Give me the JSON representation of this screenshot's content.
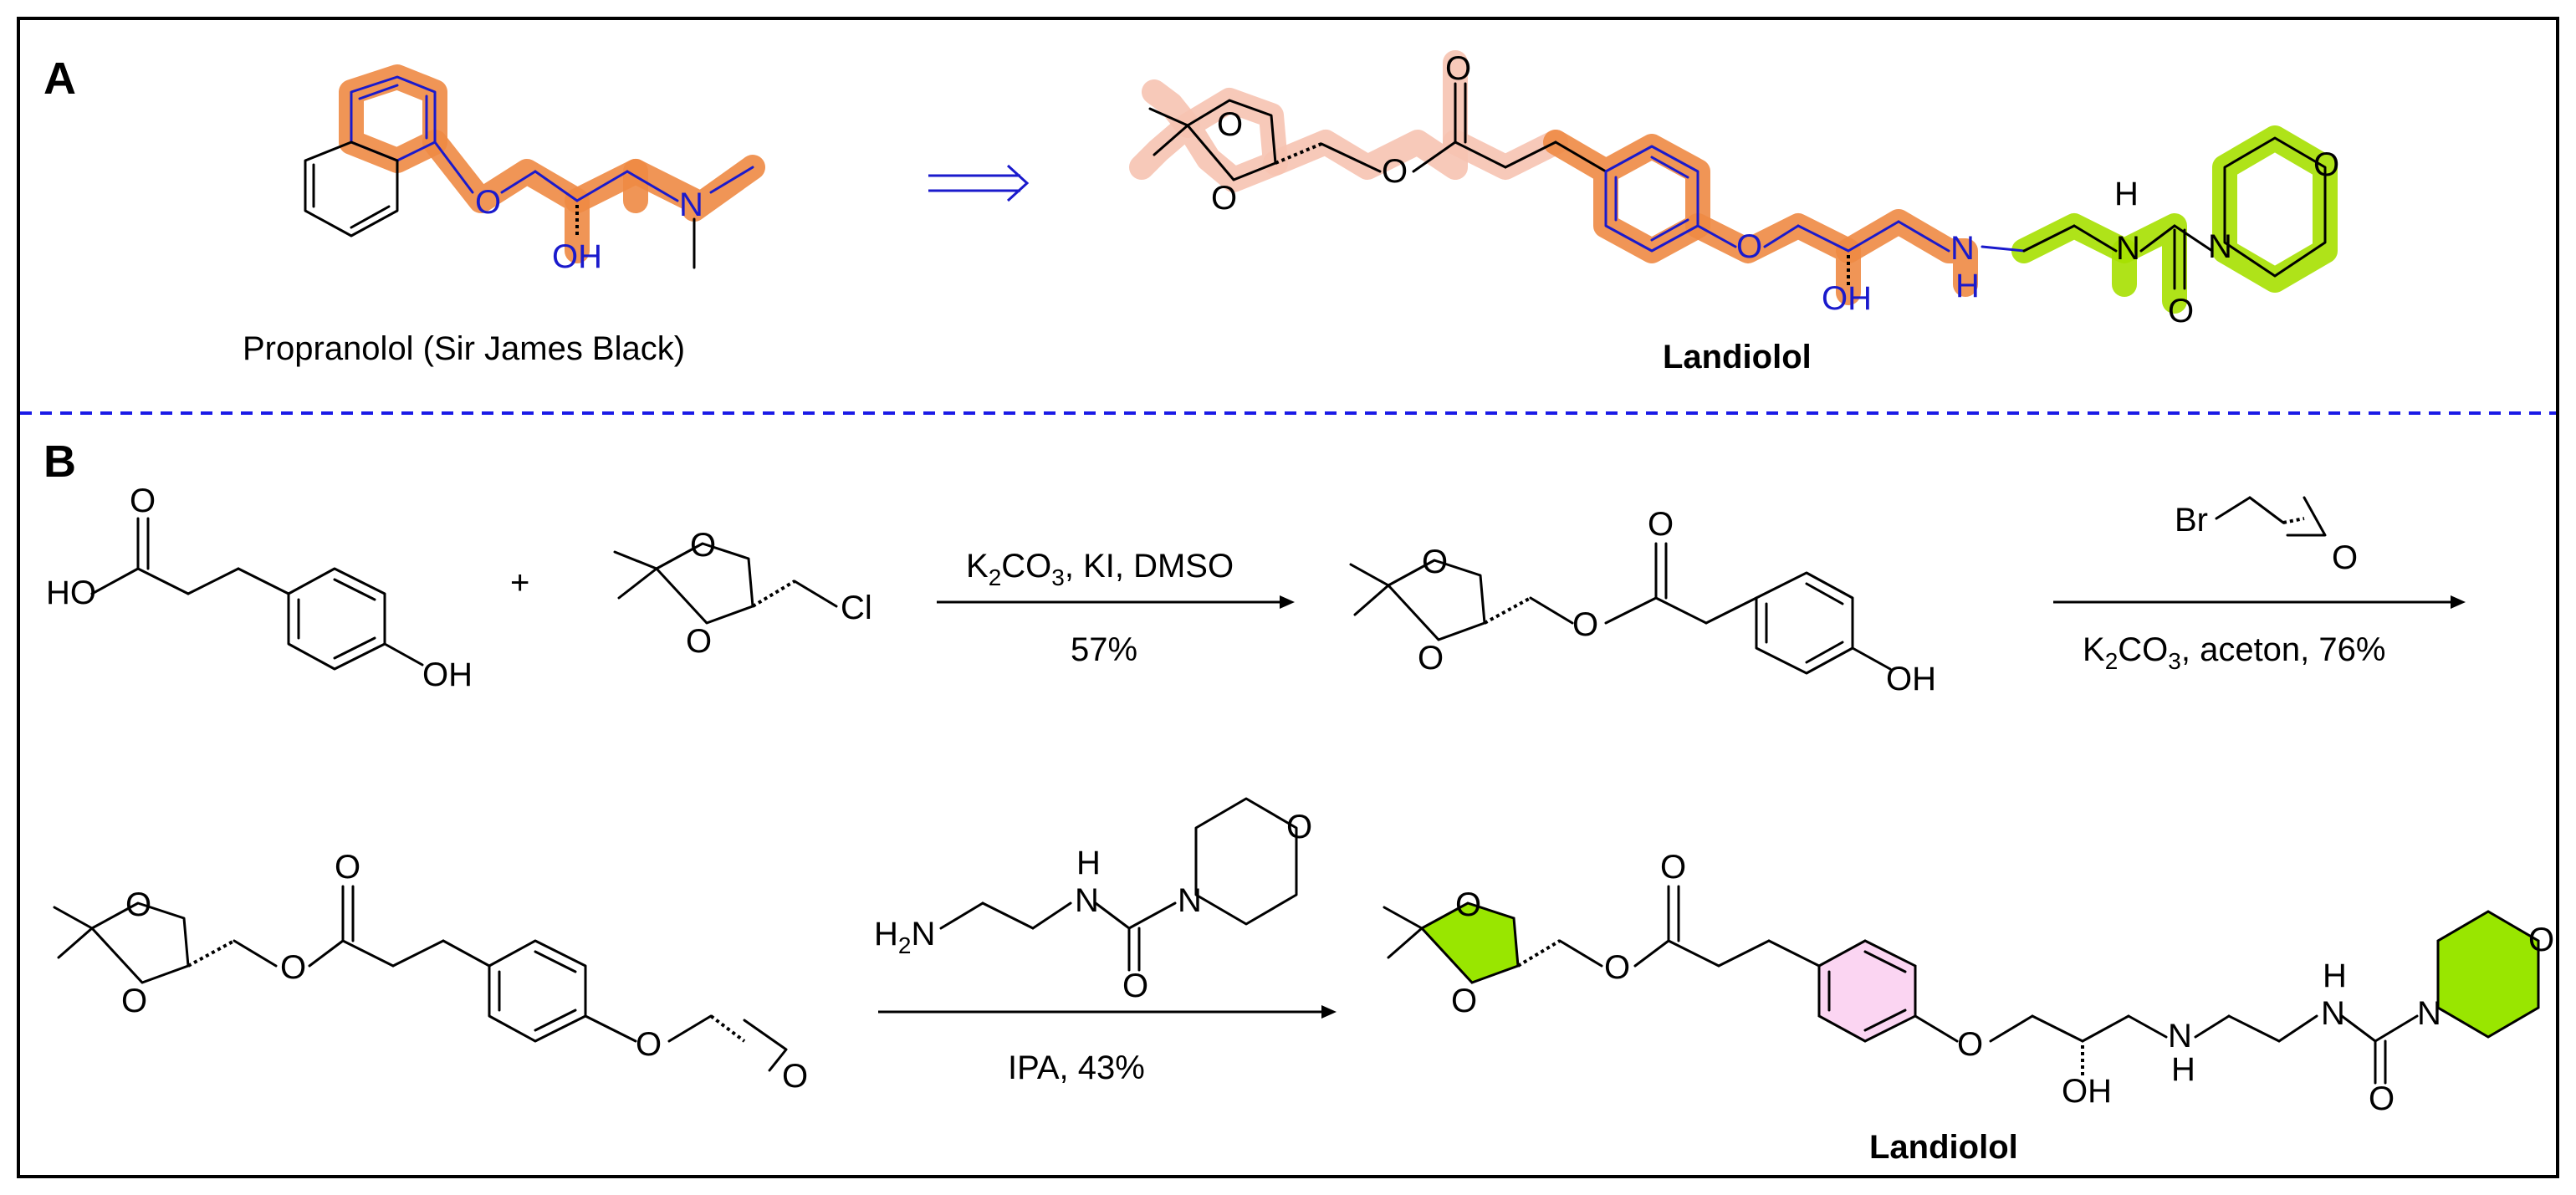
{
  "panel_a": {
    "label": "A",
    "left_caption": "Propranolol (Sir James Black)",
    "right_caption": "Landiolol"
  },
  "panel_b": {
    "label": "B",
    "plus": "+",
    "step1": {
      "above": "K2CO3, KI, DMSO",
      "below": "57%"
    },
    "step2": {
      "above_reagent": "Br",
      "below": "K2CO3, aceton, 76%"
    },
    "step3": {
      "reagent_amine": "H2N",
      "below": "IPA, 43%"
    },
    "product_caption": "Landiolol"
  },
  "atoms": {
    "O": "O",
    "OH": "OH",
    "HO": "HO",
    "N": "N",
    "NH": "H",
    "Cl": "Cl",
    "Br": "Br"
  },
  "colors": {
    "orange_highlight": "#ee8a44",
    "pink_highlight": "#f6c3b1",
    "green_highlight": "#a6e000",
    "blue_bonds": "#1a1acc",
    "divider": "#1a1ae6",
    "ring_green_fill": "#99e600",
    "ring_pink_fill": "#fbd5f2"
  }
}
